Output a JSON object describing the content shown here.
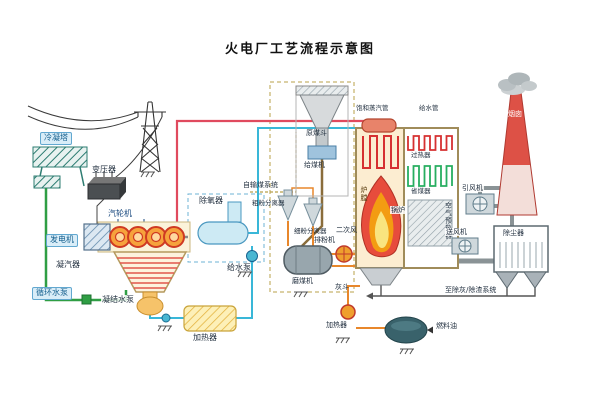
{
  "title": "火电厂工艺流程示意图",
  "labels": {
    "cooling_tower": "冷凝塔",
    "transformer": "变压器",
    "turbine": "汽轮机",
    "generator": "发电机",
    "condenser": "凝汽器",
    "circulating_pump": "循环水泵",
    "condensate_pump": "凝结水泵",
    "lp_heater": "加热器",
    "deaerator": "除氧器",
    "feed_pump": "给水泵",
    "coal_supply": "自输煤系统",
    "raw_coal_hopper": "原煤斗",
    "coal_feeder": "给煤机",
    "coarse_separator": "粗粉分离器",
    "fine_separator": "细粉分离器",
    "coal_mill": "磨煤机",
    "exhaust_fan": "排粉机",
    "secondary_air": "二次风",
    "ash_hopper": "灰斗",
    "furnace": "炉膛",
    "boiler": "锅炉",
    "superheater": "过热器",
    "economizer": "省煤器",
    "air_preheater": "空气预热器",
    "saturated_steam_pipe": "饱和蒸汽管",
    "feedwater_pipe": "给水管",
    "id_fan": "引风机",
    "fd_fan": "送风机",
    "precipitator": "除尘器",
    "chimney": "烟囱",
    "ash_removal": "至除灰/除渣系统",
    "fuel_oil": "燃料油",
    "oil_heater": "加热器"
  },
  "colors": {
    "steam_pipe": "#e04a5e",
    "condensate_pipe": "#39b7d8",
    "circulating_pipe": "#2f9e44",
    "coal_air_pipe": "#e8872b",
    "flame_outer": "#e74c3c",
    "flame_mid": "#f39c12",
    "flame_core": "#f9e47f",
    "chimney_red": "#dd5146",
    "tag_bg": "#d9edf8",
    "tag_border": "#62a8d0",
    "tag_text": "#17618f"
  }
}
